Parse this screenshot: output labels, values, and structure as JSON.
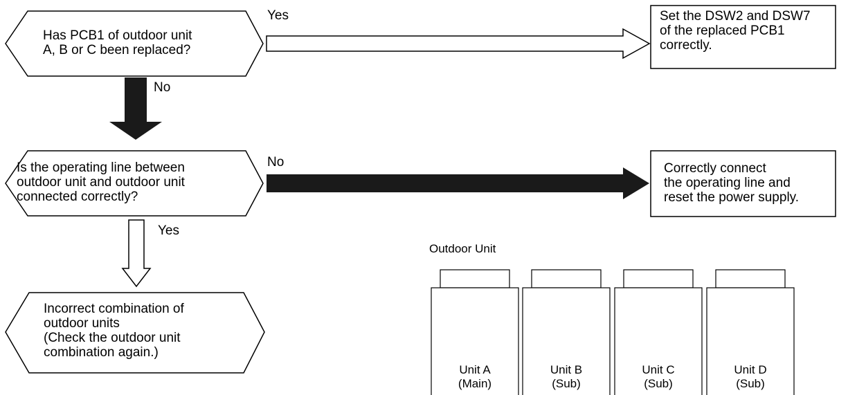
{
  "decision1": {
    "lines": [
      "Has PCB1 of outdoor unit",
      "A, B or C been replaced?"
    ]
  },
  "result1": {
    "lines": [
      "Set the DSW2 and DSW7",
      "of the replaced PCB1",
      "correctly."
    ]
  },
  "decision2": {
    "lines": [
      "Is the operating line between",
      "outdoor unit and outdoor unit",
      "connected correctly?"
    ]
  },
  "result2": {
    "lines": [
      "Correctly connect",
      "the operating line and",
      "reset the power supply."
    ]
  },
  "decision3": {
    "lines": [
      "Incorrect combination of",
      "outdoor units",
      "(Check the outdoor unit",
      "combination again.)"
    ]
  },
  "arrows": {
    "yes1": "Yes",
    "no1": "No",
    "no2": "No",
    "yes2": "Yes"
  },
  "outdoor": {
    "title": "Outdoor Unit",
    "units": [
      {
        "name": "Unit A",
        "role": "(Main)"
      },
      {
        "name": "Unit B",
        "role": "(Sub)"
      },
      {
        "name": "Unit C",
        "role": "(Sub)"
      },
      {
        "name": "Unit D",
        "role": "(Sub)"
      }
    ]
  },
  "colors": {
    "line": "#000000",
    "fill": "#ffffff",
    "solid_arrow": "#1a1a1a"
  }
}
